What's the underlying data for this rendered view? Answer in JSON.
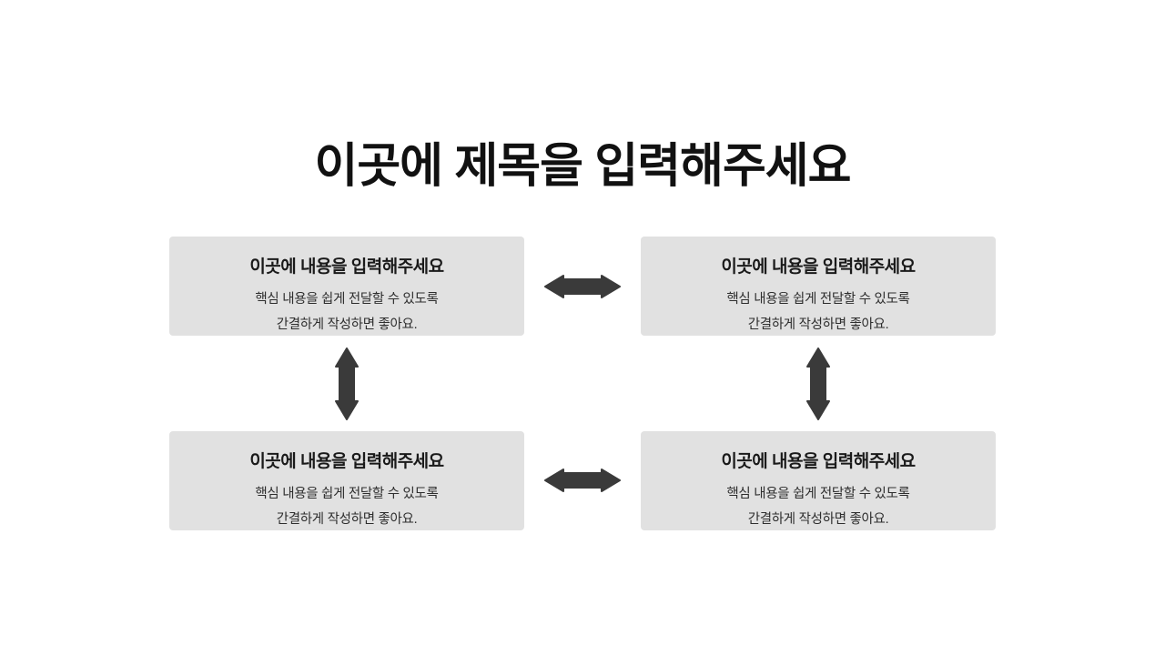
{
  "slide": {
    "title": "이곳에 제목을 입력해주세요"
  },
  "boxes": [
    {
      "position": "top-left",
      "heading": "이곳에 내용을 입력해주세요",
      "body_line1": "핵심 내용을 쉽게 전달할 수 있도록",
      "body_line2": "간결하게 작성하면 좋아요."
    },
    {
      "position": "top-right",
      "heading": "이곳에 내용을 입력해주세요",
      "body_line1": "핵심 내용을 쉽게 전달할 수 있도록",
      "body_line2": "간결하게 작성하면 좋아요."
    },
    {
      "position": "bottom-left",
      "heading": "이곳에 내용을 입력해주세요",
      "body_line1": "핵심 내용을 쉽게 전달할 수 있도록",
      "body_line2": "간결하게 작성하면 좋아요."
    },
    {
      "position": "bottom-right",
      "heading": "이곳에 내용을 입력해주세요",
      "body_line1": "핵심 내용을 쉽게 전달할 수 있도록",
      "body_line2": "간결하게 작성하면 좋아요."
    }
  ],
  "connectors": [
    {
      "id": "horizontal-top",
      "type": "double-arrow-horizontal"
    },
    {
      "id": "horizontal-bottom",
      "type": "double-arrow-horizontal"
    },
    {
      "id": "vertical-left",
      "type": "double-arrow-vertical"
    },
    {
      "id": "vertical-right",
      "type": "double-arrow-vertical"
    }
  ],
  "colors": {
    "background": "#ffffff",
    "box_fill": "#e1e1e1",
    "title_text": "#111111",
    "heading_text": "#1a1a1a",
    "body_text": "#2e2e2e",
    "arrow": "#3a3a3a"
  }
}
